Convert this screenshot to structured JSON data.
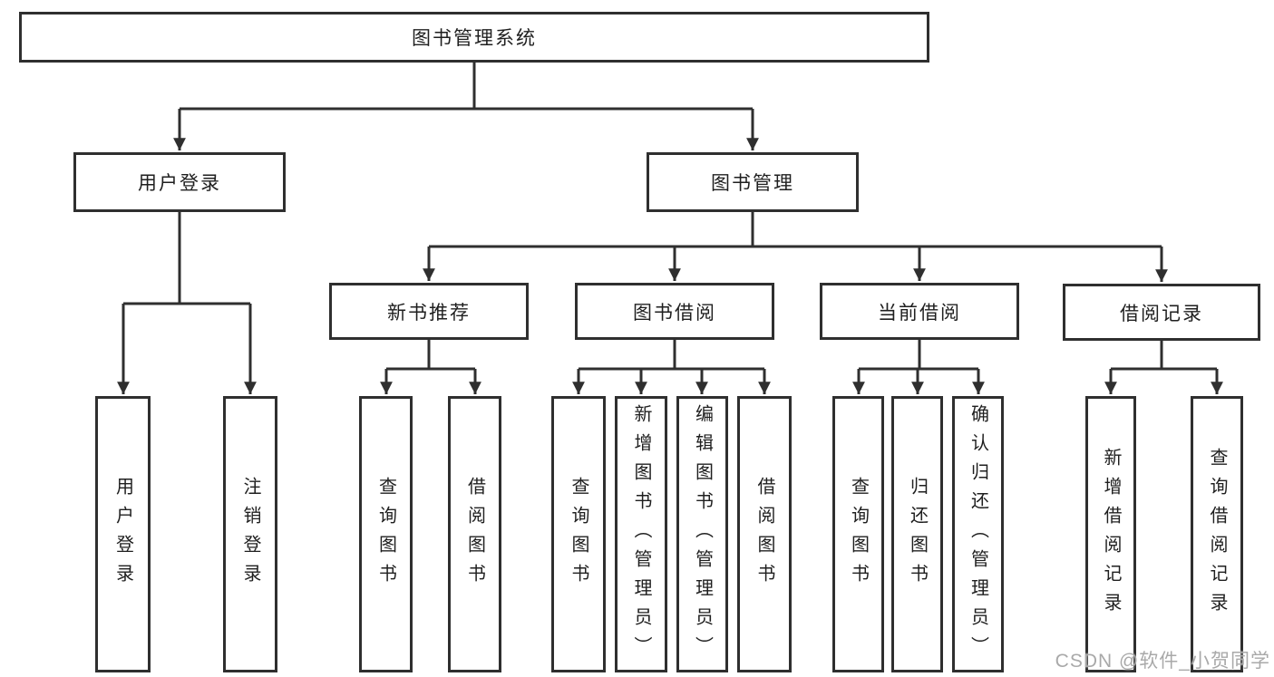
{
  "diagram": {
    "title": "图书管理系统",
    "watermark": "CSDN @软件_小贺同学",
    "colors": {
      "line": "#2f2f2f",
      "text": "#1f1f1f",
      "background": "#ffffff",
      "watermark": "#a9a9a9"
    },
    "nodes": {
      "root": {
        "label": "图书管理系统"
      },
      "user_login": {
        "label": "用户登录"
      },
      "book_mgmt": {
        "label": "图书管理"
      },
      "new_book_rec": {
        "label": "新书推荐"
      },
      "book_borrow": {
        "label": "图书借阅"
      },
      "current_borrow": {
        "label": "当前借阅"
      },
      "borrow_record": {
        "label": "借阅记录"
      },
      "leaf_user_login": {
        "label": "用户登录"
      },
      "leaf_logout": {
        "label": "注销登录"
      },
      "leaf_nb_query": {
        "label": "查询图书"
      },
      "leaf_nb_borrow": {
        "label": "借阅图书"
      },
      "leaf_bb_query": {
        "label": "查询图书"
      },
      "leaf_bb_add": {
        "label": "新增图书（管理员）"
      },
      "leaf_bb_edit": {
        "label": "编辑图书（管理员）"
      },
      "leaf_bb_borrow": {
        "label": "借阅图书"
      },
      "leaf_cb_query": {
        "label": "查询图书"
      },
      "leaf_cb_return": {
        "label": "归还图书"
      },
      "leaf_cb_confirm": {
        "label": "确认归还（管理员）"
      },
      "leaf_br_add": {
        "label": "新增借阅记录"
      },
      "leaf_br_query": {
        "label": "查询借阅记录"
      }
    },
    "edges": [
      [
        "root",
        "user_login"
      ],
      [
        "root",
        "book_mgmt"
      ],
      [
        "user_login",
        "leaf_user_login"
      ],
      [
        "user_login",
        "leaf_logout"
      ],
      [
        "book_mgmt",
        "new_book_rec"
      ],
      [
        "book_mgmt",
        "book_borrow"
      ],
      [
        "book_mgmt",
        "current_borrow"
      ],
      [
        "book_mgmt",
        "borrow_record"
      ],
      [
        "new_book_rec",
        "leaf_nb_query"
      ],
      [
        "new_book_rec",
        "leaf_nb_borrow"
      ],
      [
        "book_borrow",
        "leaf_bb_query"
      ],
      [
        "book_borrow",
        "leaf_bb_add"
      ],
      [
        "book_borrow",
        "leaf_bb_edit"
      ],
      [
        "book_borrow",
        "leaf_bb_borrow"
      ],
      [
        "current_borrow",
        "leaf_cb_query"
      ],
      [
        "current_borrow",
        "leaf_cb_return"
      ],
      [
        "current_borrow",
        "leaf_cb_confirm"
      ],
      [
        "borrow_record",
        "leaf_br_add"
      ],
      [
        "borrow_record",
        "leaf_br_query"
      ]
    ]
  }
}
